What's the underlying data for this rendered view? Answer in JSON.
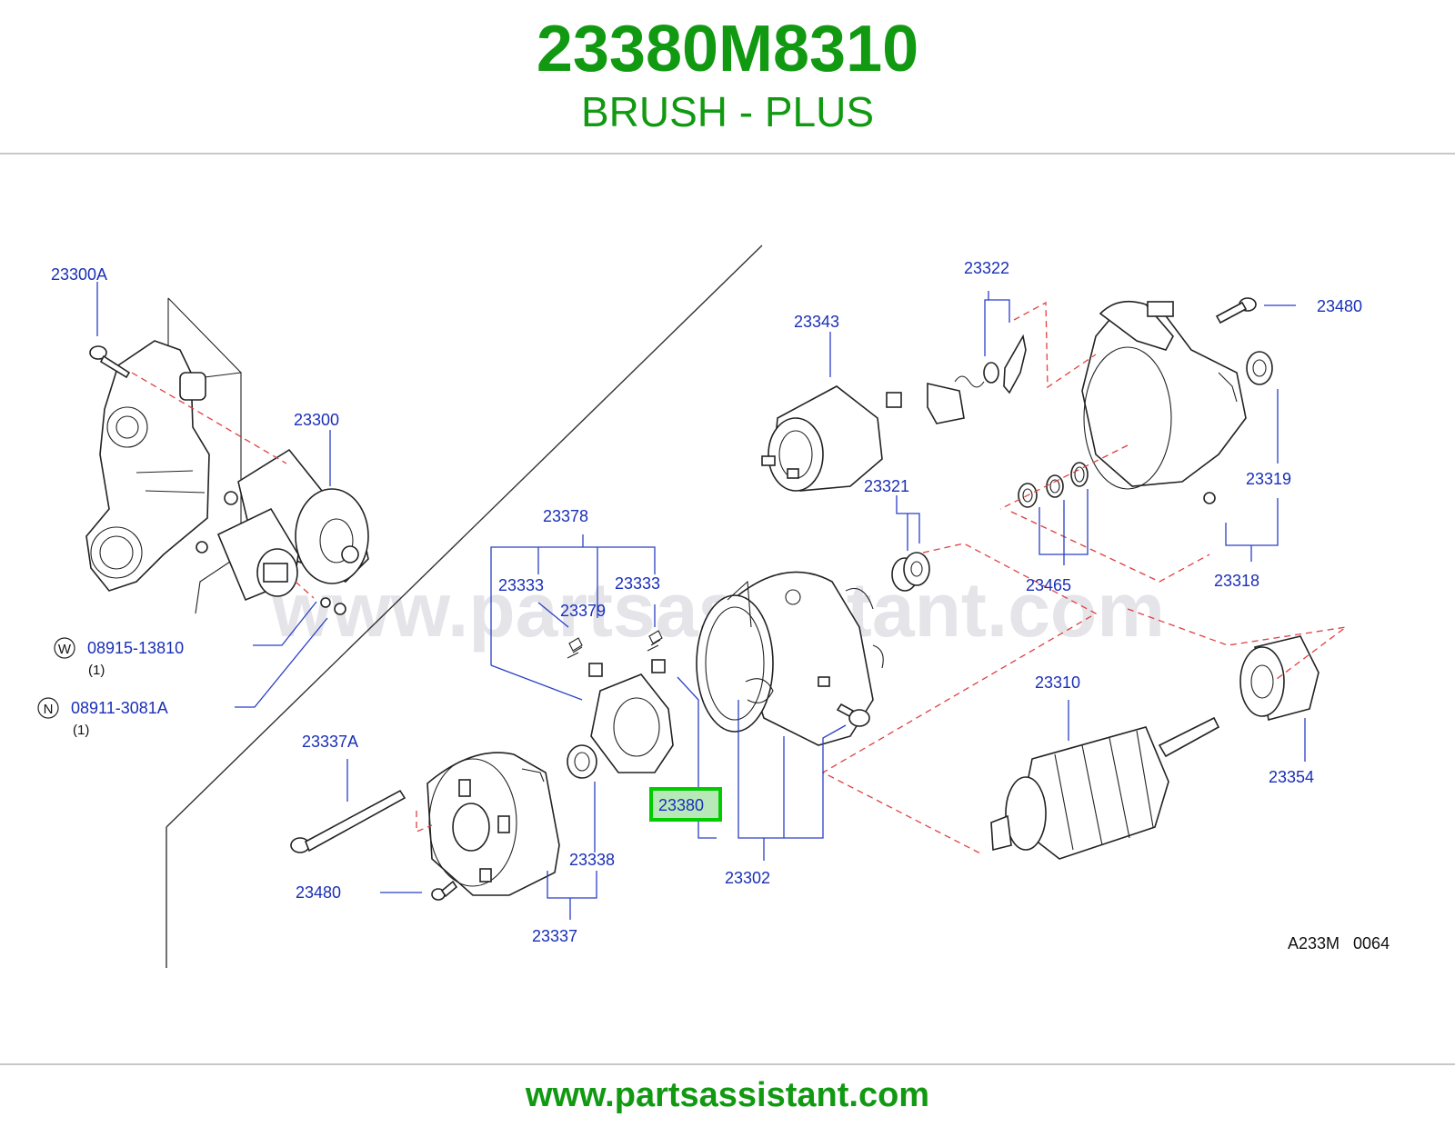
{
  "header": {
    "part_number": "23380M8310",
    "part_name": "BRUSH - PLUS"
  },
  "footer": {
    "url": "www.partsassistant.com"
  },
  "watermark": "www.partsassistant.com",
  "highlight_color": "#00cc00",
  "brand_color": "#119911",
  "label_color": "#1a2fb8",
  "diagram": {
    "code": "A233M   0064",
    "labels": {
      "l23300A": "23300A",
      "l23300": "23300",
      "l08915": "08915-13810",
      "l08915_qty": "(1)",
      "l08911": "08911-3081A",
      "l08911_qty": "(1)",
      "l23337A": "23337A",
      "l23480_bolt": "23480",
      "l23337": "23337",
      "l23338": "23338",
      "l23378": "23378",
      "l23333_a": "23333",
      "l23333_b": "23333",
      "l23379": "23379",
      "l23380": "23380",
      "l23302": "23302",
      "l23343": "23343",
      "l23322": "23322",
      "l23321": "23321",
      "l23480_top": "23480",
      "l23319": "23319",
      "l23465": "23465",
      "l23318": "23318",
      "l23310": "23310",
      "l23354": "23354"
    },
    "markers": {
      "w": "W",
      "n": "N"
    }
  }
}
